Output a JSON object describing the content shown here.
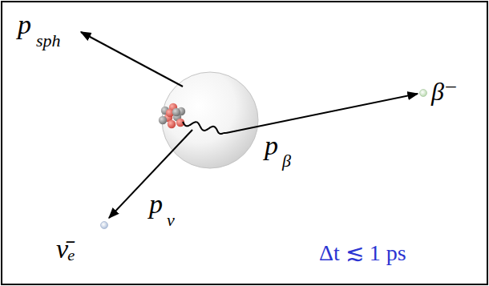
{
  "diagram": {
    "labels": [
      "p⃗",
      "sph",
      "β⁻",
      "p⃗",
      "β",
      "ν̄ₑ",
      "p⃗",
      "ν",
      "Δt ≲ 1 ps"
    ]
  }
}
